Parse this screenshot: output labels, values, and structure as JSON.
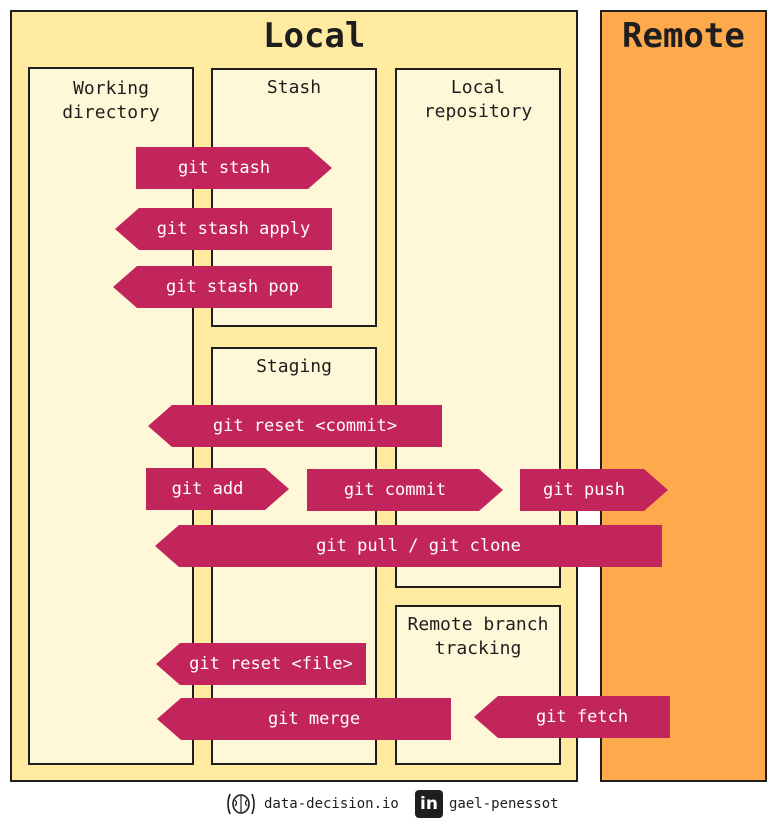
{
  "sections": {
    "local": "Local",
    "remote": "Remote"
  },
  "areas": {
    "working": "Working\ndirectory",
    "stash": "Stash",
    "staging": "Staging",
    "local_repo": "Local\nrepository",
    "remote_tracking": "Remote branch\ntracking"
  },
  "commands": {
    "stash": "git stash",
    "stash_apply": "git stash apply",
    "stash_pop": "git stash pop",
    "reset_commit": "git reset <commit>",
    "add": "git add",
    "commit": "git commit",
    "push": "git push",
    "pull_clone": "git pull / git clone",
    "reset_file": "git reset <file>",
    "merge": "git merge",
    "fetch": "git fetch"
  },
  "footer": {
    "site": "data-decision.io",
    "linkedin": "gael-penessot",
    "linkedin_icon_text": "in"
  },
  "colors": {
    "local_bg": "#ffeba0",
    "remote_bg": "#ffa94d",
    "area_bg": "#fff8d8",
    "command_arrow": "#c2255c"
  },
  "icons": [
    "brain-icon",
    "linkedin-icon"
  ]
}
